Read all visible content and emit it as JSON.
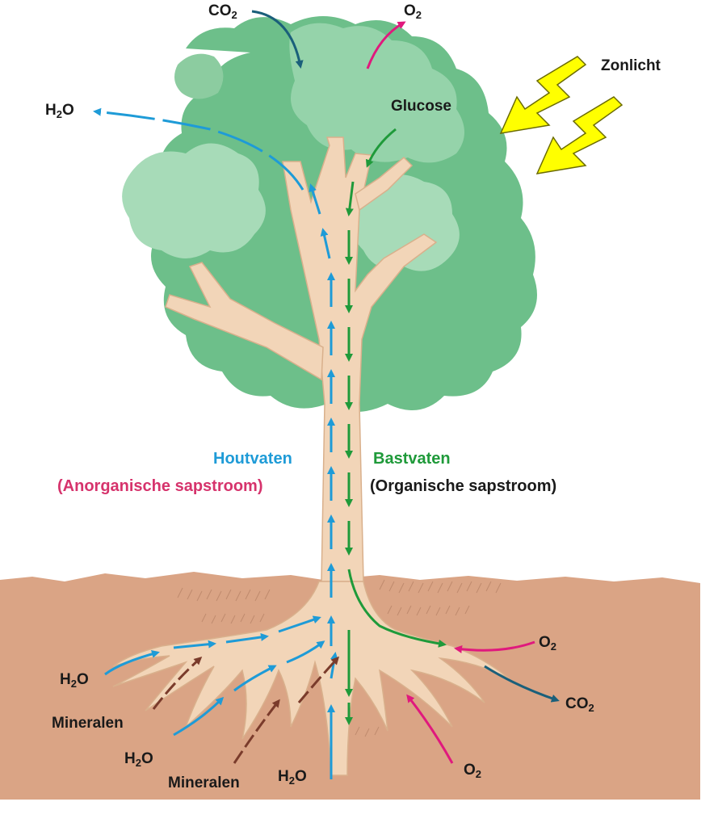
{
  "colors": {
    "water": "#1e9bd7",
    "sugar": "#1f9a3a",
    "oxygen": "#e0197d",
    "co2": "#1a5f7a",
    "minerals": "#7a3b2b",
    "sun": "#ffff00",
    "soil": "#daa485",
    "trunk": "#f2d5b8",
    "foliage": "#6dbf8a",
    "xylem_label": "#1e9bd7",
    "phloem_label": "#1f9a3a",
    "inorganic_label": "#d6336c"
  },
  "labels": {
    "co2_top": {
      "main": "CO",
      "sub": "2"
    },
    "o2_top": {
      "main": "O",
      "sub": "2"
    },
    "sunlight": "Zonlicht",
    "h2o_leaf": {
      "main": "H",
      "sub": "2",
      "tail": "O"
    },
    "glucose": "Glucose",
    "xylem": "Houtvaten",
    "xylem_flow": "(Anorganische sapstroom)",
    "phloem": "Bastvaten",
    "phloem_flow": "(Organische sapstroom)",
    "o2_root": {
      "main": "O",
      "sub": "2"
    },
    "co2_root": {
      "main": "CO",
      "sub": "2"
    },
    "h2o_left": {
      "main": "H",
      "sub": "2",
      "tail": "O"
    },
    "minerals_left": "Mineralen",
    "h2o_mid": {
      "main": "H",
      "sub": "2",
      "tail": "O"
    },
    "minerals_mid": "Mineralen",
    "h2o_bottom": {
      "main": "H",
      "sub": "2",
      "tail": "O"
    },
    "o2_bottom": {
      "main": "O",
      "sub": "2"
    }
  }
}
